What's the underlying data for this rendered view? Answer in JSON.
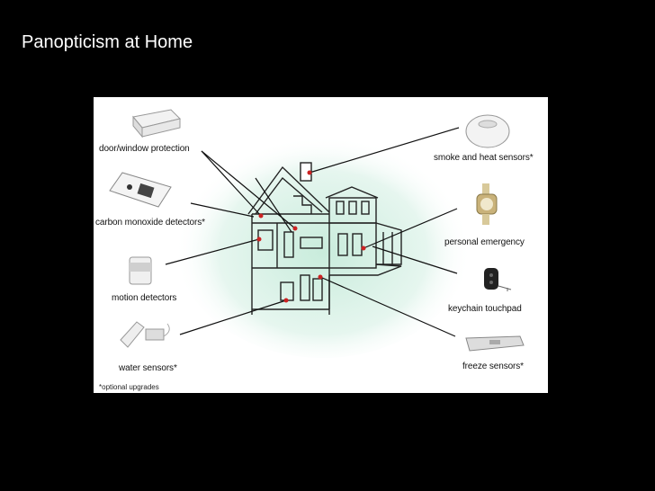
{
  "slide": {
    "title": "Panopticism at Home"
  },
  "diagram": {
    "labels": {
      "door_window": "door/window protection",
      "carbon_monoxide": "carbon monoxide detectors*",
      "motion": "motion detectors",
      "water": "water sensors*",
      "smoke_heat": "smoke and heat sensors*",
      "personal_emergency": "personal emergency",
      "keychain": "keychain touchpad",
      "freeze": "freeze sensors*"
    },
    "footnote": "*optional upgrades"
  },
  "colors": {
    "background": "#000000",
    "panel": "#ffffff",
    "sensor_dot": "#cc2222",
    "glow": "#d4efe3"
  }
}
